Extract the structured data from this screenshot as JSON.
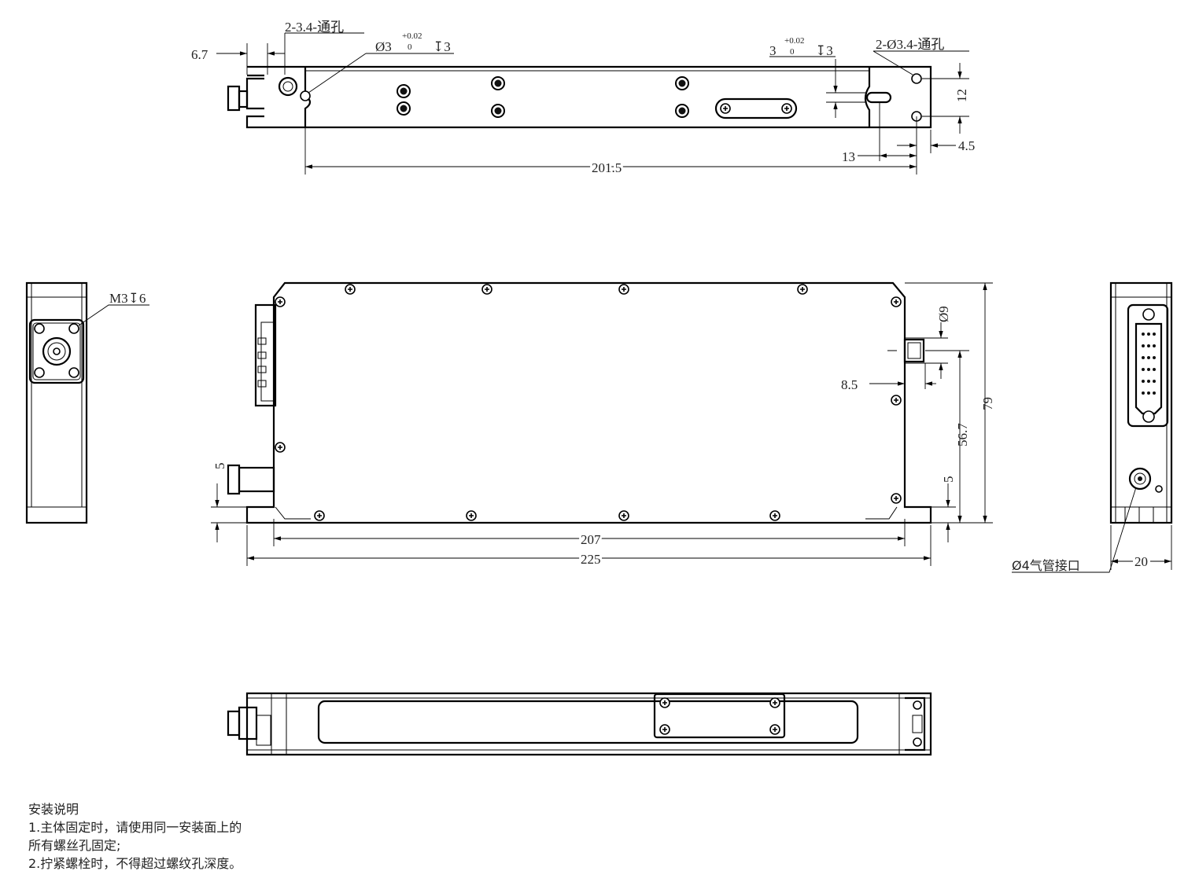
{
  "top_view": {
    "dim_6_7": "6.7",
    "hole_note_left": "2-3.4-通孔",
    "pin_hole_left": "Ø3",
    "tol_upper": "+0.02",
    "tol_lower": "0",
    "depth_left": "↧3",
    "slot_width": "3",
    "depth_right": "↧3",
    "hole_note_right": "2-Ø3.4-通孔",
    "dim_12": "12",
    "dim_4_5": "4.5",
    "dim_13": "13",
    "dim_201_5": "201.5"
  },
  "front_view": {
    "thread_note": "M3↧6",
    "dim_phi9": "Ø9",
    "dim_8_5": "8.5",
    "dim_56_7": "56.7",
    "dim_79": "79",
    "dim_5_left": "5",
    "dim_5_right": "5",
    "dim_207": "207",
    "dim_225": "225"
  },
  "side_view": {
    "air_port": "Ø4气管接口",
    "dim_20": "20"
  },
  "notes": {
    "title": "安装说明",
    "line1": "1.主体固定时，请使用同一安装面上的",
    "line1b": "所有螺丝孔固定;",
    "line2": "2.拧紧螺栓时，不得超过螺纹孔深度。"
  }
}
